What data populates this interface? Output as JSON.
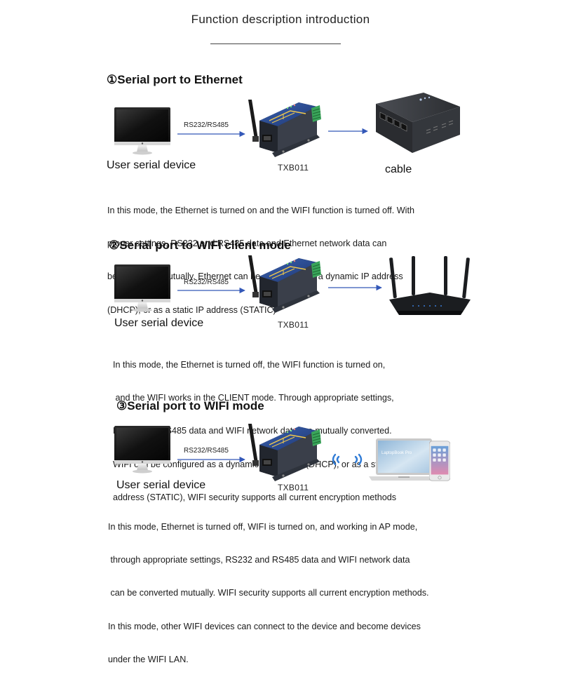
{
  "header": {
    "title": "Function description introduction"
  },
  "sections": [
    {
      "number": "①",
      "heading": "Serial port to Ethernet",
      "device_label": "User serial device",
      "link_label": "RS232/RS485",
      "module_label": "TXB011",
      "target_label": "cable",
      "description": [
        "In this mode, the Ethernet is turned on and the WIFI function is turned off. With",
        "proper settings, RS232 and RS485 data and Ethernet network data can",
        "be converted mutually. Ethernet can be configured as a dynamic IP address",
        "(DHCP), or as a static IP address (STATIC)"
      ]
    },
    {
      "number": "②",
      "heading": "Serial port to WIFI client mode",
      "device_label": "User serial device",
      "link_label": "RS232/RS485",
      "module_label": "TXB011",
      "description": [
        "In this mode, the Ethernet is turned off, the WIFI function is turned on,",
        " and the WIFI works in the CLIENT mode. Through appropriate settings,",
        "RS232 and RS485 data and WIFI network data are mutually converted.",
        "WIFI can be configured as a dynamic IP address (DHCP), or as a static IP",
        "address (STATIC), WIFI security supports all current encryption methods"
      ]
    },
    {
      "number": "③",
      "heading": "Serial port to WIFI mode",
      "device_label": "User serial device",
      "link_label": "RS232/RS485",
      "module_label": "TXB011",
      "laptop_screen_text": "LaptopBook Pro",
      "description": [
        "In this mode, Ethernet is turned off, WIFI is turned on, and working in AP mode,",
        " through appropriate settings, RS232 and RS485 data and WIFI network data",
        " can be converted mutually. WIFI security supports all current encryption methods.",
        "In this mode, other WIFI devices can connect to the device and become devices",
        "under the WIFI LAN."
      ]
    }
  ],
  "colors": {
    "arrow": "#3358b8",
    "module_face": "#2c4a8c",
    "module_body": "#2a2f3a",
    "terminal_green": "#3aa55a",
    "switch_body": "#3a3d42",
    "router_body": "#1b1d20",
    "wifi_waves": "#2f7bd6"
  },
  "icons": [
    "monitor-icon",
    "wifi-module-icon",
    "ethernet-switch-icon",
    "wifi-router-icon",
    "wifi-waves-icon",
    "laptop-icon",
    "smartphone-icon"
  ]
}
